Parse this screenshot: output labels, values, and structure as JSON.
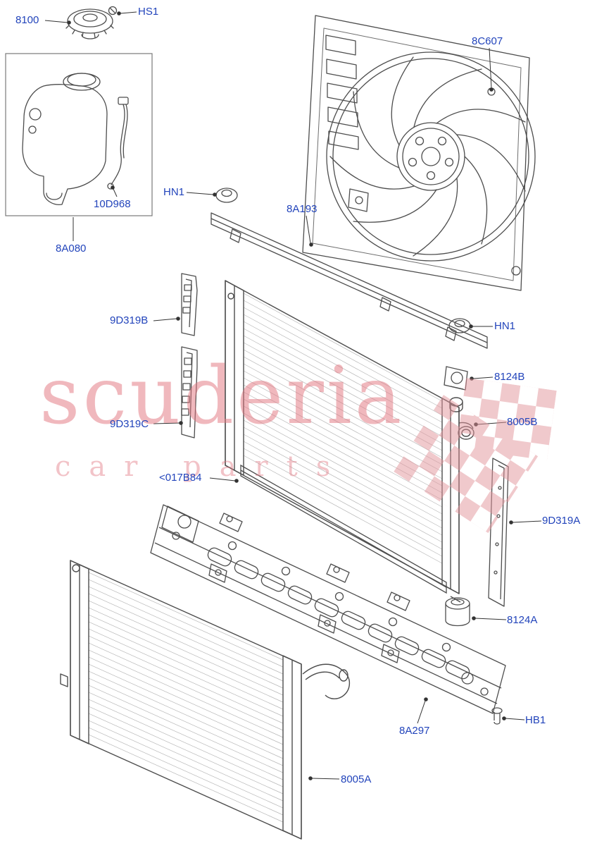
{
  "diagram": {
    "label_color": "#2244bb",
    "leader_color": "#333333",
    "labels": {
      "l8100": "8100",
      "hs1": "HS1",
      "l8c607": "8C607",
      "hn1_top": "HN1",
      "l8a193": "8A193",
      "l10d968": "10D968",
      "l8a080": "8A080",
      "l9d319b": "9D319B",
      "hn1_right": "HN1",
      "l8124b": "8124B",
      "l9d319c": "9D319C",
      "l8005b": "8005B",
      "l017b84": "<017B84",
      "l9d319a": "9D319A",
      "l8124a": "8124A",
      "l8a297": "8A297",
      "hb1": "HB1",
      "l8005a": "8005A"
    }
  },
  "watermark": {
    "line1": "scuderia",
    "line2": "car parts",
    "text_color": "#e2737d",
    "checker_color": "#e3949b"
  }
}
